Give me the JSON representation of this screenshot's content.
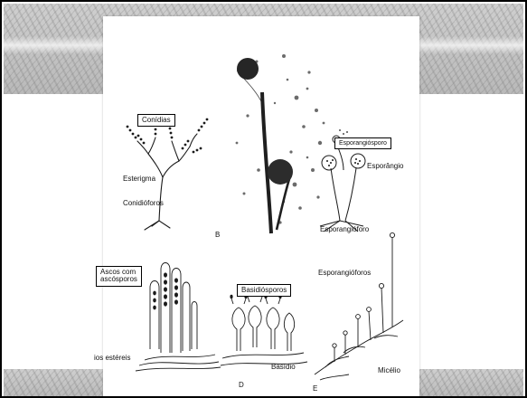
{
  "labels": {
    "conidias": "Conídias",
    "esterigma": "Esterigma",
    "conidioforos": "Conidióforos",
    "esporangiosporo": "Esporangiósporo",
    "esporangio": "Esporângio",
    "esporangioforo": "Esporangióforo",
    "esporangioforos": "Esporangióforos",
    "ascos_line1": "Ascos com",
    "ascos_line2": "ascósporos",
    "basidiosporos": "Basidiósporos",
    "filamentos_estereis": "ios estéreis",
    "basidio": "Basídio",
    "micelio": "Micélio",
    "panel_b": "B",
    "panel_d": "D",
    "panel_e": "E"
  },
  "colors": {
    "frame": "#000000",
    "band": "#c4c4c4",
    "ink": "#1a1a1a",
    "photo": "#2a2a2a"
  }
}
